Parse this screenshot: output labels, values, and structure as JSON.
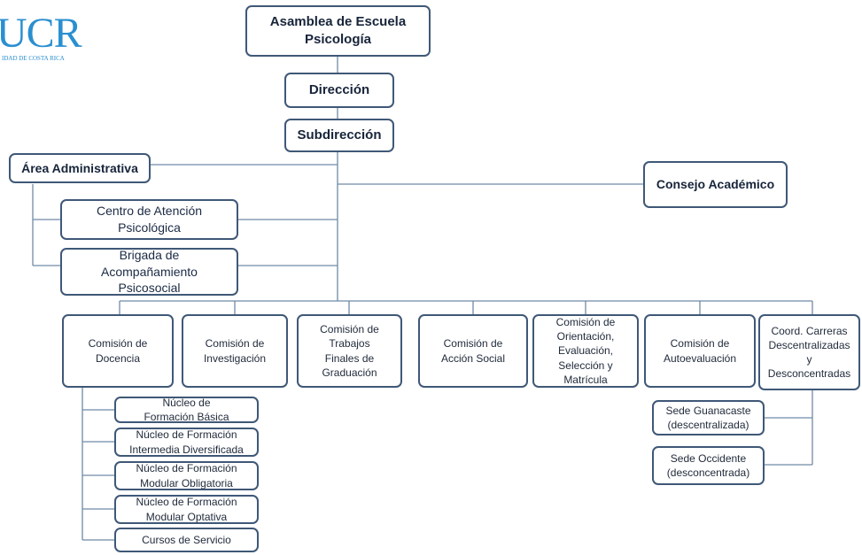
{
  "logo": {
    "text": "UCR",
    "subtitle": "IDAD DE COSTA RICA",
    "color": "#2a8fd0"
  },
  "line_color": "#6f8aa6",
  "box_border_color": "#3f5877",
  "nodes": {
    "asamblea": "Asamblea de Escuela\nPsicología",
    "direccion": "Dirección",
    "subdireccion": "Subdirección",
    "area_administrativa": "Área Administrativa",
    "consejo_academico": "Consejo Académico",
    "centro_atencion": "Centro de Atención\nPsicológica",
    "brigada": "Brigada de\nAcompañamiento\nPsicosocial",
    "comision_docencia": "Comisión de\nDocencia",
    "comision_investigacion": "Comisión de\nInvestigación",
    "comision_trabajos_finales": "Comisión de\nTrabajos\nFinales de\nGraduación",
    "comision_accion_social": "Comisión de\nAcción Social",
    "comision_orientacion": "Comisión de\nOrientación,\nEvaluación,\nSelección y\nMatrícula",
    "comision_autoevaluacion": "Comisión de\nAutoevaluación",
    "coord_carreras": "Coord. Carreras\nDescentralizadas\ny\nDesconcentradas",
    "nucleo_basica": "Núcleo de\nFormación Básica",
    "nucleo_intermedia": "Núcleo de Formación\nIntermedia Diversificada",
    "nucleo_modular_obligatoria": "Núcleo de Formación\nModular Obligatoria",
    "nucleo_modular_optativa": "Núcleo de Formación\nModular Optativa",
    "cursos_servicio": "Cursos de Servicio",
    "sede_guanacaste": "Sede Guanacaste\n(descentralizada)",
    "sede_occidente": "Sede Occidente\n(desconcentrada)"
  }
}
